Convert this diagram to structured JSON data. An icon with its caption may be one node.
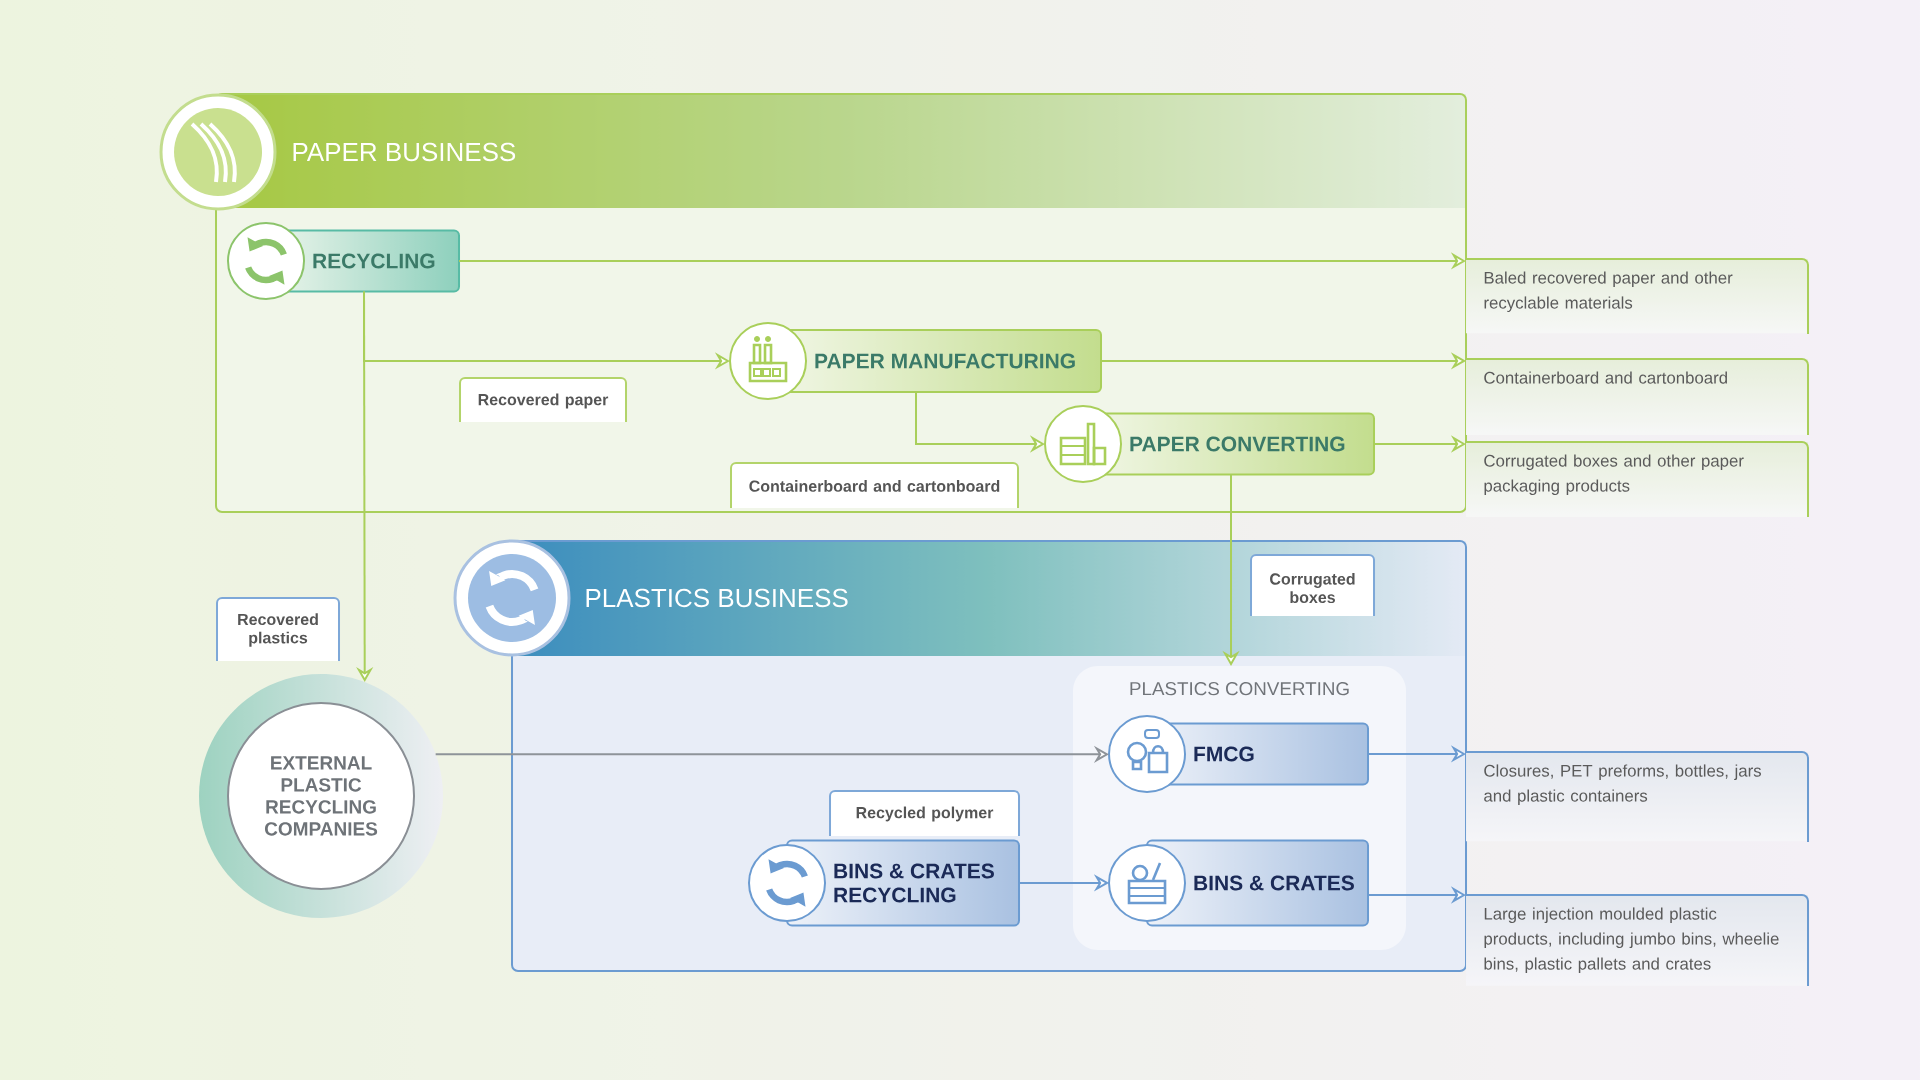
{
  "diagram": {
    "nodes": [
      {
        "text": [
          "PAPER BUSINESS"
        ]
      },
      {
        "text": [
          "RECYCLING"
        ],
        "in": 0
      },
      {
        "text": [
          "PAPER MANUFACTURING"
        ],
        "in": 0
      },
      {
        "text": [
          "PAPER CONVERTING"
        ],
        "in": 0
      },
      {
        "text": [
          "Baled recovered paper and other recyclable materials"
        ]
      },
      {
        "text": [
          "Containerboard and cartonboard"
        ]
      },
      {
        "text": [
          "Corrugated boxes and other paper packaging products"
        ]
      },
      {
        "text": [
          "PLASTICS BUSINESS"
        ]
      },
      {
        "text": [
          "EXTERNAL PLASTIC RECYCLING COMPANIES"
        ]
      },
      {
        "text": [
          "PLASTICS CONVERTING"
        ],
        "in": 7
      },
      {
        "text": [
          "FMCG"
        ],
        "in": 9
      },
      {
        "text": [
          "BINS & CRATES RECYCLING"
        ],
        "in": 7
      },
      {
        "text": [
          "BINS & CRATES"
        ],
        "in": 9
      },
      {
        "text": [
          "Closures, PET preforms, bottles, jars and plastic containers"
        ]
      },
      {
        "text": [
          "Large injection moulded plastic products, including jumbo bins, wheelie bins, plastic pallets and crates"
        ]
      }
    ],
    "edges": [
      {
        "from": 1,
        "to": 4,
        "arrow": "to"
      },
      {
        "from": 1,
        "to": 2,
        "arrow": "to",
        "label": "Recovered paper"
      },
      {
        "from": 1,
        "to": 8,
        "arrow": "to",
        "label": "Recovered plastics"
      },
      {
        "from": 2,
        "to": 5,
        "arrow": "to"
      },
      {
        "from": 2,
        "to": 3,
        "arrow": "to",
        "label": "Containerboard and cartonboard"
      },
      {
        "from": 3,
        "to": 6,
        "arrow": "to"
      },
      {
        "from": 3,
        "to": 9,
        "arrow": "to",
        "label": "Corrugated boxes"
      },
      {
        "from": 8,
        "to": 10,
        "arrow": "to",
        "color": "#8e9399"
      },
      {
        "from": 11,
        "to": 12,
        "arrow": "to",
        "label": "Recycled polymer",
        "color": "#6b9bd1"
      },
      {
        "from": 10,
        "to": 13,
        "arrow": "to",
        "color": "#6b9bd1"
      },
      {
        "from": 12,
        "to": 14,
        "arrow": "to",
        "color": "#6b9bd1"
      }
    ]
  }
}
